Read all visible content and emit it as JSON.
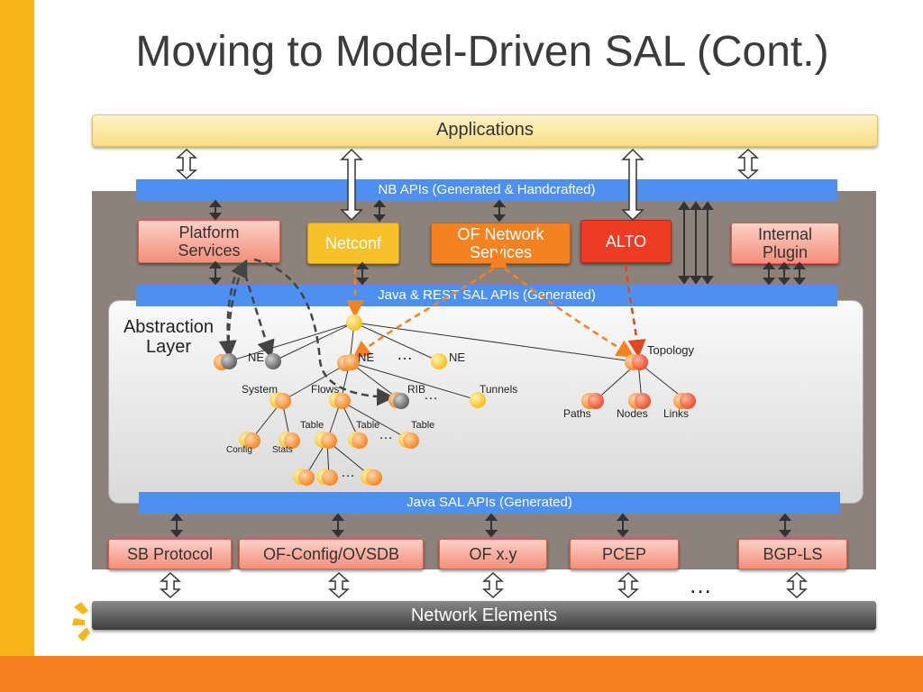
{
  "title": "Moving to Model-Driven SAL (Cont.)",
  "applications": "Applications",
  "nb_apis": "NB APIs (Generated & Handcrafted)",
  "java_rest_apis": "Java & REST SAL APIs (Generated)",
  "java_sal_apis": "Java SAL APIs (Generated)",
  "network_elements": "Network Elements",
  "abstraction_layer": [
    "Abstraction",
    "Layer"
  ],
  "services": {
    "platform": [
      "Platform",
      "Services"
    ],
    "netconf": "Netconf",
    "of_network": [
      "OF Network",
      "Services"
    ],
    "alto": "ALTO",
    "internal_plugin": [
      "Internal",
      "Plugin"
    ]
  },
  "plugins": [
    "SB Protocol",
    "OF-Config/OVSDB",
    "OF x.y",
    "PCEP",
    "BGP-LS"
  ],
  "ellipsis": "…",
  "tree_labels": {
    "ne1": "NE",
    "ne2": "NE",
    "ne3": "NE",
    "topology": "Topology",
    "system": "System",
    "flows": "Flows",
    "rib": "RIB",
    "tunnels": "Tunnels",
    "paths": "Paths",
    "nodes": "Nodes",
    "links": "Links",
    "table1": "Table",
    "table2": "Table",
    "table3": "Table",
    "config": "Config",
    "stats": "Stats"
  },
  "colors": {
    "left_bar": "#f9b51a",
    "bottom_bar": "#f5821f",
    "blue_api": "#4d90f0",
    "node_orange": "#f58220",
    "node_yellow": "#f7c21c",
    "node_gray": "#6f6f6f",
    "arrow_orange": "#f58220",
    "arrow_dark": "#444444"
  }
}
